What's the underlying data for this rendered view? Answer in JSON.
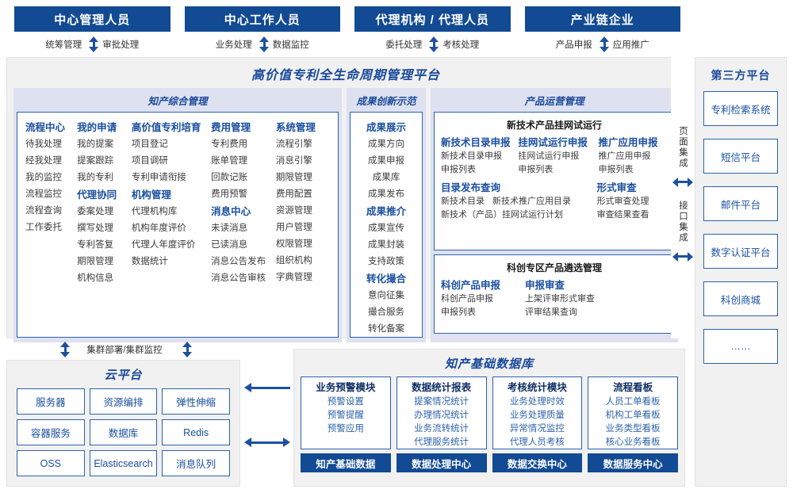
{
  "roles": [
    {
      "title": "中心管理人员",
      "left": "统筹管理",
      "right": "审批处理"
    },
    {
      "title": "中心工作人员",
      "left": "业务处理",
      "right": "数据监控"
    },
    {
      "title": "代理机构 / 代理人员",
      "left": "委托处理",
      "right": "考核处理"
    },
    {
      "title": "产业链企业",
      "left": "产品申报",
      "right": "应用推广"
    }
  ],
  "platform": {
    "title": "高价值专利全生命周期管理平台",
    "groups": {
      "ipm": {
        "title": "知产综合管理",
        "columns": [
          {
            "blocks": [
              {
                "head": "流程中心",
                "items": [
                  "待我处理",
                  "经我处理",
                  "我的监控",
                  "流程监控",
                  "流程查询",
                  "工作委托"
                ]
              }
            ]
          },
          {
            "blocks": [
              {
                "head": "我的申请",
                "items": [
                  "我的提案",
                  "提案跟踪",
                  "我的专利"
                ]
              },
              {
                "head": "代理协同",
                "items": [
                  "委案处理",
                  "撰写处理",
                  "专利答复",
                  "期限管理",
                  "机构信息"
                ]
              }
            ]
          },
          {
            "blocks": [
              {
                "head": "高价值专利培育",
                "items": [
                  "项目登记",
                  "项目调研",
                  "专利申请衔接"
                ]
              },
              {
                "head": "机构管理",
                "items": [
                  "代理机构库",
                  "机构年度评价",
                  "代理人年度评价",
                  "数据统计"
                ]
              }
            ]
          },
          {
            "blocks": [
              {
                "head": "费用管理",
                "items": [
                  "专利费用",
                  "账单管理",
                  "回款记账",
                  "费用预警"
                ]
              },
              {
                "head": "消息中心",
                "items": [
                  "未读消息",
                  "已读消息",
                  "消息公告发布",
                  "消息公告审核"
                ]
              }
            ]
          },
          {
            "blocks": [
              {
                "head": "系统管理",
                "items": [
                  "流程引擎",
                  "消息引擎",
                  "期限管理",
                  "费用配置",
                  "资源管理",
                  "用户管理",
                  "权限管理",
                  "组织机构",
                  "字典管理"
                ]
              }
            ]
          }
        ]
      },
      "achievement": {
        "title": "成果创新示范",
        "blocks": [
          {
            "head": "成果展示",
            "items": [
              "成果方向",
              "成果申报",
              "成果库",
              "成果发布"
            ]
          },
          {
            "head": "成果推介",
            "items": [
              "成果宣传",
              "成果封装",
              "支持政策"
            ]
          },
          {
            "head": "转化撮合",
            "items": [
              "意向征集",
              "撮合服务",
              "转化备案"
            ]
          }
        ]
      },
      "product": {
        "title": "产品运营管理",
        "card1": {
          "sub_title": "新技术产品挂网试运行",
          "columns": [
            {
              "head": "新技术目录申报",
              "items": [
                "新技术目录申报",
                "申报列表"
              ]
            },
            {
              "head": "挂网试运行申报",
              "items": [
                "挂网试运行申报",
                "申报列表"
              ]
            },
            {
              "head": "推广应用申报",
              "items": [
                "推广应用申报",
                "申报列表"
              ]
            }
          ],
          "bottom_left": {
            "head": "目录发布查询",
            "row1": [
              "新技术目录",
              "新技术推广应用目录"
            ],
            "row2": [
              "新技术（产品）挂网试运行计划"
            ]
          },
          "bottom_right": {
            "head": "形式审查",
            "items": [
              "形式审查处理",
              "审查结果查看"
            ]
          }
        },
        "card2": {
          "sub_title": "科创专区产品遴选管理",
          "columns": [
            {
              "head": "科创产品申报",
              "items": [
                "科创产品申报",
                "申报列表"
              ]
            },
            {
              "head": "申报审查",
              "items": [
                "上架评审形式审查",
                "评审结果查询"
              ]
            }
          ]
        }
      }
    }
  },
  "integration": {
    "page_label": "页面集成",
    "api_label": "接口集成"
  },
  "third_party": {
    "title": "第三方平台",
    "items": [
      "专利检索系统",
      "短信平台",
      "邮件平台",
      "数字认证平台",
      "科创商城",
      "……"
    ]
  },
  "cluster_label": "集群部署/集群监控",
  "cloud": {
    "title": "云平台",
    "cells": [
      "服务器",
      "资源编排",
      "弹性伸缩",
      "容器服务",
      "数据库",
      "Redis",
      "OSS",
      "Elasticsearch",
      "消息队列"
    ]
  },
  "database": {
    "title": "知产基础数据库",
    "columns": [
      {
        "head": "业务预警模块",
        "items": [
          "预警设置",
          "预警提醒",
          "预警应用"
        ],
        "footer": "知产基础数据"
      },
      {
        "head": "数据统计报表",
        "items": [
          "提案情况统计",
          "办理情况统计",
          "业务流转统计",
          "代理服务统计"
        ],
        "footer": "数据处理中心"
      },
      {
        "head": "考核统计模块",
        "items": [
          "业务处理时效",
          "业务处理质量",
          "异常情况监控",
          "代理人员考核"
        ],
        "footer": "数据交换中心"
      },
      {
        "head": "流程看板",
        "items": [
          "人员工单看板",
          "机构工单看板",
          "业务类型看板",
          "核心业务看板"
        ],
        "footer": "数据服务中心"
      }
    ]
  },
  "colors": {
    "brand_blue": "#124a93",
    "title_blue": "#19499a",
    "border_blue": "#2d62ab",
    "panel_gray": "#f1f1f1",
    "group_lavender": "#dee1f0"
  }
}
